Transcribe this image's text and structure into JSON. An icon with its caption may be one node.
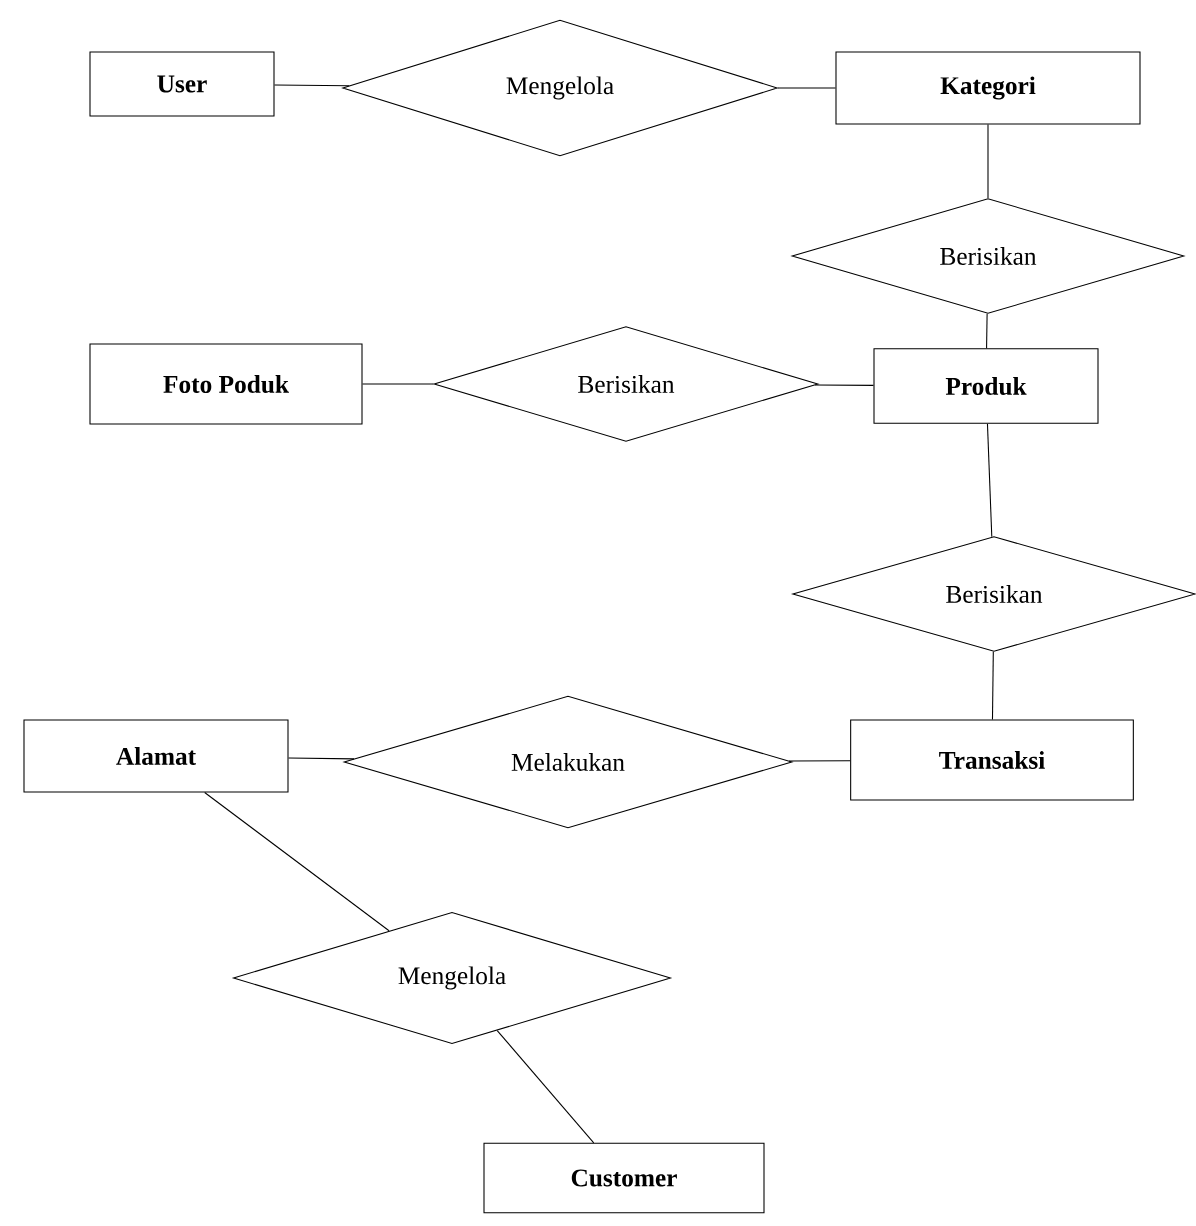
{
  "diagram": {
    "nodes": [
      {
        "text": [
          "User"
        ]
      },
      {
        "text": [
          "Mengelola"
        ]
      },
      {
        "text": [
          "Kategori"
        ]
      },
      {
        "text": [
          "Berisikan"
        ]
      },
      {
        "text": [
          "Foto Poduk"
        ]
      },
      {
        "text": [
          "Berisikan"
        ]
      },
      {
        "text": [
          "Produk"
        ]
      },
      {
        "text": [
          "Berisikan"
        ]
      },
      {
        "text": [
          "Alamat"
        ]
      },
      {
        "text": [
          "Melakukan"
        ]
      },
      {
        "text": [
          "Transaksi"
        ]
      },
      {
        "text": [
          "Mengelola"
        ]
      },
      {
        "text": [
          "Customer"
        ]
      }
    ],
    "edges": [
      {
        "from": 0,
        "to": 1,
        "arrow": "none"
      },
      {
        "from": 1,
        "to": 2,
        "arrow": "none"
      },
      {
        "from": 2,
        "to": 3,
        "arrow": "none"
      },
      {
        "from": 3,
        "to": 6,
        "arrow": "none"
      },
      {
        "from": 4,
        "to": 5,
        "arrow": "none"
      },
      {
        "from": 5,
        "to": 6,
        "arrow": "none"
      },
      {
        "from": 6,
        "to": 7,
        "arrow": "none"
      },
      {
        "from": 7,
        "to": 10,
        "arrow": "none"
      },
      {
        "from": 8,
        "to": 9,
        "arrow": "none"
      },
      {
        "from": 9,
        "to": 10,
        "arrow": "none"
      },
      {
        "from": 8,
        "to": 11,
        "arrow": "none"
      },
      {
        "from": 11,
        "to": 12,
        "arrow": "none"
      }
    ]
  }
}
